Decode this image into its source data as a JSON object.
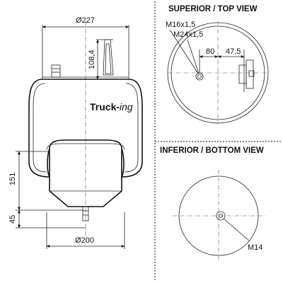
{
  "brand": {
    "name": "Truck-ing",
    "name_main": "Truck-",
    "name_tail": "ing"
  },
  "side_view": {
    "diameter_top": "Ø227",
    "height_top": "108,4",
    "height_middle": "151",
    "height_bottom": "45",
    "diameter_bottom": "Ø200"
  },
  "top_view": {
    "title": "SUPERIOR / TOP VIEW",
    "thread_1": "M16x1,5",
    "thread_2": "M24x1,5",
    "dim_1": "80",
    "dim_2": "47,5"
  },
  "bottom_view": {
    "title": "INFERIOR / BOTTOM VIEW",
    "thread": "M14"
  }
}
